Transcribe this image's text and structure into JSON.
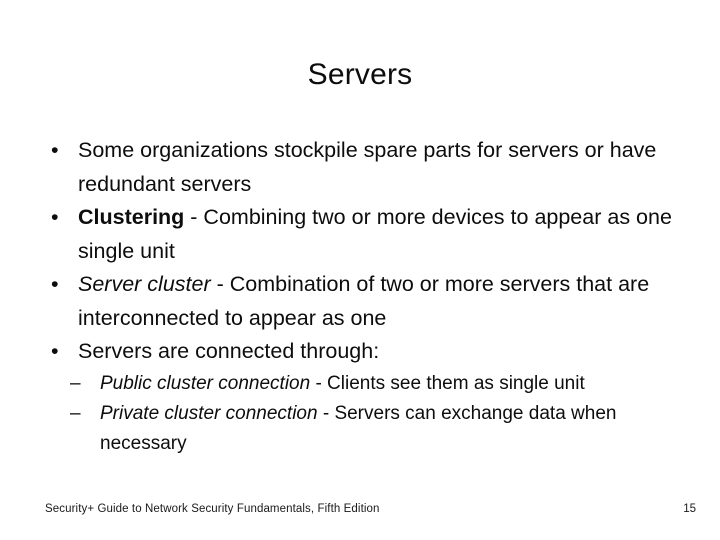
{
  "slide": {
    "title": "Servers",
    "bullet_marker": "•",
    "subbullet_marker": "–",
    "bullets": [
      {
        "emphasis": "",
        "emphasis_style": "none",
        "text": "Some organizations stockpile spare parts for servers or have redundant servers"
      },
      {
        "emphasis": "Clustering",
        "emphasis_style": "bold",
        "text": " - Combining two or more devices to appear as one single unit"
      },
      {
        "emphasis": "Server cluster",
        "emphasis_style": "italic",
        "text": " - Combination of two or more servers that are interconnected to appear as one"
      },
      {
        "emphasis": "",
        "emphasis_style": "none",
        "text": "Servers are connected through:"
      }
    ],
    "subbullets": [
      {
        "emphasis": "Public cluster connection",
        "emphasis_style": "italic",
        "text": " - Clients see them as single unit"
      },
      {
        "emphasis": "Private cluster connection",
        "emphasis_style": "italic",
        "text": " - Servers can exchange data when necessary"
      }
    ],
    "footer": {
      "source": "Security+ Guide to Network Security Fundamentals, Fifth Edition",
      "page_number": "15"
    }
  }
}
